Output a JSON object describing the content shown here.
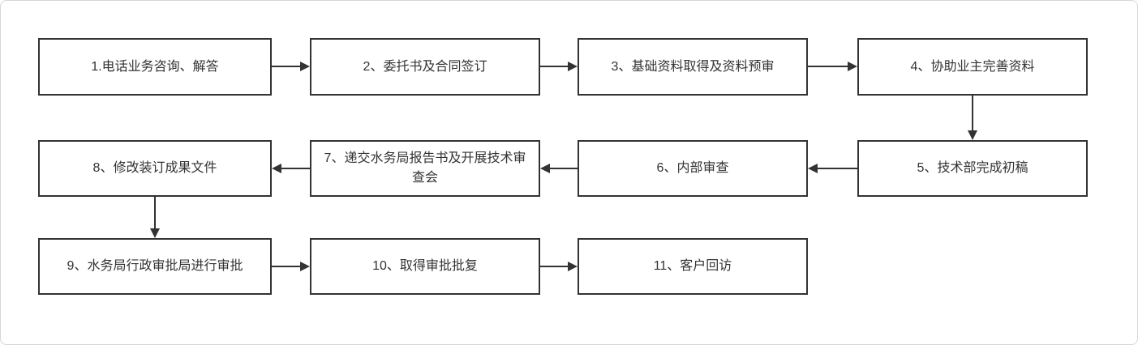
{
  "diagram": {
    "type": "flowchart",
    "nodes": [
      {
        "id": "1",
        "label": "1.电话业务咨询、解答"
      },
      {
        "id": "2",
        "label": "2、委托书及合同签订"
      },
      {
        "id": "3",
        "label": "3、基础资料取得及资料预审"
      },
      {
        "id": "4",
        "label": "4、协助业主完善资料"
      },
      {
        "id": "5",
        "label": "5、技术部完成初稿"
      },
      {
        "id": "6",
        "label": "6、内部审查"
      },
      {
        "id": "7",
        "label": "7、递交水务局报告书及开展技术审查会"
      },
      {
        "id": "8",
        "label": "8、修改装订成果文件"
      },
      {
        "id": "9",
        "label": "9、水务局行政审批局进行审批"
      },
      {
        "id": "10",
        "label": "10、取得审批批复"
      },
      {
        "id": "11",
        "label": "11、客户回访"
      }
    ],
    "edges": [
      {
        "from": "1",
        "to": "2",
        "direction": "right"
      },
      {
        "from": "2",
        "to": "3",
        "direction": "right"
      },
      {
        "from": "3",
        "to": "4",
        "direction": "right"
      },
      {
        "from": "4",
        "to": "5",
        "direction": "down"
      },
      {
        "from": "5",
        "to": "6",
        "direction": "left"
      },
      {
        "from": "6",
        "to": "7",
        "direction": "left"
      },
      {
        "from": "7",
        "to": "8",
        "direction": "left"
      },
      {
        "from": "8",
        "to": "9",
        "direction": "down"
      },
      {
        "from": "9",
        "to": "10",
        "direction": "right"
      },
      {
        "from": "10",
        "to": "11",
        "direction": "right"
      }
    ],
    "colors": {
      "box_border": "#333333",
      "text": "#333333",
      "arrow": "#333333",
      "canvas_border": "#d6d6d6",
      "background": "#ffffff"
    }
  }
}
